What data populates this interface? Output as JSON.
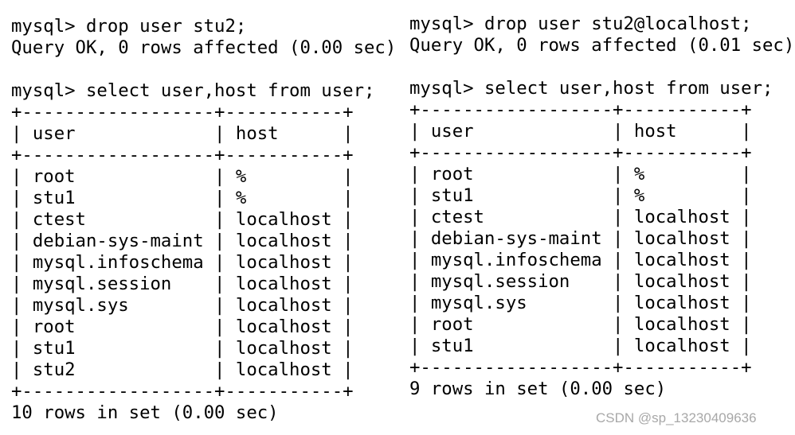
{
  "left": {
    "command1": "mysql> drop user stu2;",
    "result1": "Query OK, 0 rows affected (0.00 sec)",
    "command2": "mysql> select user,host from user;",
    "headers": [
      "user",
      "host"
    ],
    "rows": [
      [
        "root",
        "%"
      ],
      [
        "stu1",
        "%"
      ],
      [
        "ctest",
        "localhost"
      ],
      [
        "debian-sys-maint",
        "localhost"
      ],
      [
        "mysql.infoschema",
        "localhost"
      ],
      [
        "mysql.session",
        "localhost"
      ],
      [
        "mysql.sys",
        "localhost"
      ],
      [
        "root",
        "localhost"
      ],
      [
        "stu1",
        "localhost"
      ],
      [
        "stu2",
        "localhost"
      ]
    ],
    "footer": "10 rows in set (0.00 sec)"
  },
  "right": {
    "command1": "mysql> drop user stu2@localhost;",
    "result1": "Query OK, 0 rows affected (0.01 sec)",
    "command2": "mysql> select user,host from user;",
    "headers": [
      "user",
      "host"
    ],
    "rows": [
      [
        "root",
        "%"
      ],
      [
        "stu1",
        "%"
      ],
      [
        "ctest",
        "localhost"
      ],
      [
        "debian-sys-maint",
        "localhost"
      ],
      [
        "mysql.infoschema",
        "localhost"
      ],
      [
        "mysql.session",
        "localhost"
      ],
      [
        "mysql.sys",
        "localhost"
      ],
      [
        "root",
        "localhost"
      ],
      [
        "stu1",
        "localhost"
      ]
    ],
    "footer": "9 rows in set (0.00 sec)"
  },
  "watermark": "CSDN @sp_13230409636"
}
